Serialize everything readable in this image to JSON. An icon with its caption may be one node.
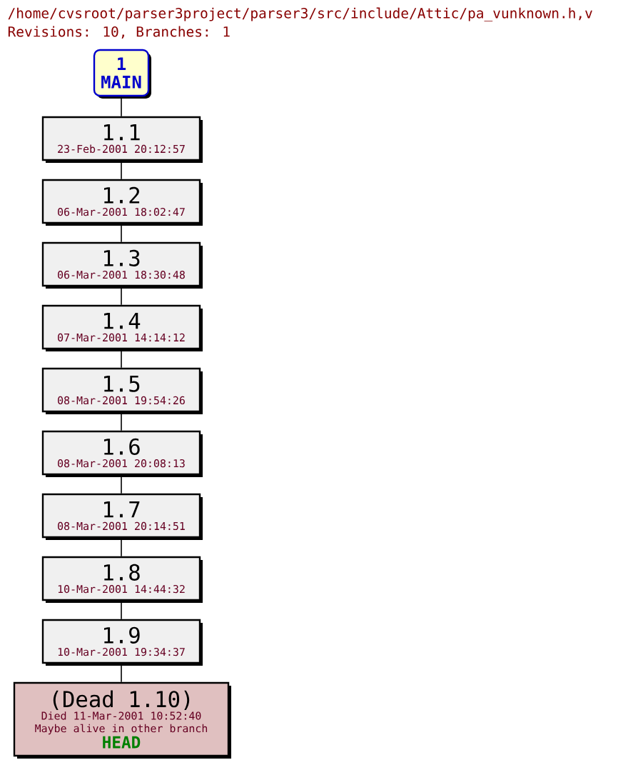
{
  "diagram": {
    "title": "/home/cvsroot/parser3project/parser3/src/include/Attic/pa_vunknown.h,v",
    "nodes": [
      {
        "text": [
          "1",
          "MAIN"
        ]
      },
      {
        "text": [
          "1.1",
          "23-Feb-2001 20:12:57"
        ]
      },
      {
        "text": [
          "1.2",
          "06-Mar-2001 18:02:47"
        ]
      },
      {
        "text": [
          "1.3",
          "06-Mar-2001 18:30:48"
        ]
      },
      {
        "text": [
          "1.4",
          "07-Mar-2001 14:14:12"
        ]
      },
      {
        "text": [
          "1.5",
          "08-Mar-2001 19:54:26"
        ]
      },
      {
        "text": [
          "1.6",
          "08-Mar-2001 20:08:13"
        ]
      },
      {
        "text": [
          "1.7",
          "08-Mar-2001 20:14:51"
        ]
      },
      {
        "text": [
          "1.8",
          "10-Mar-2001 14:44:32"
        ]
      },
      {
        "text": [
          "1.9",
          "10-Mar-2001 19:34:37"
        ]
      },
      {
        "text": [
          "(Dead 1.10)",
          "Died 11-Mar-2001 10:52:40",
          "Maybe alive in other branch",
          "HEAD"
        ]
      }
    ],
    "edges": [
      {
        "from": 0,
        "to": 1,
        "arrow": "none"
      },
      {
        "from": 1,
        "to": 2,
        "arrow": "none"
      },
      {
        "from": 2,
        "to": 3,
        "arrow": "none"
      },
      {
        "from": 3,
        "to": 4,
        "arrow": "none"
      },
      {
        "from": 4,
        "to": 5,
        "arrow": "none"
      },
      {
        "from": 5,
        "to": 6,
        "arrow": "none"
      },
      {
        "from": 6,
        "to": 7,
        "arrow": "none"
      },
      {
        "from": 7,
        "to": 8,
        "arrow": "none"
      },
      {
        "from": 8,
        "to": 9,
        "arrow": "none"
      },
      {
        "from": 9,
        "to": 10,
        "arrow": "none"
      }
    ],
    "labels": [
      "Revisions: 10, Branches: 1"
    ]
  }
}
